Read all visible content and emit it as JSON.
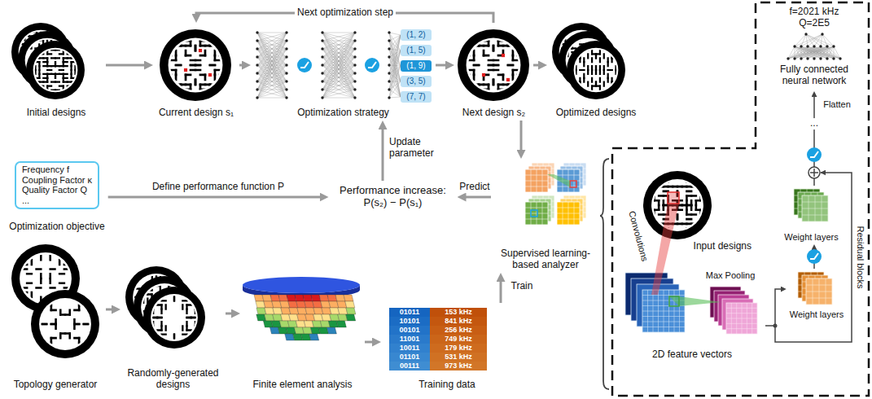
{
  "diagram": {
    "nodes": [
      {
        "text": [
          "Initial designs"
        ]
      },
      {
        "text": [
          "Current design s₁"
        ]
      },
      {
        "text": [
          "Optimization strategy"
        ]
      },
      {
        "text": [
          "(1, 2)"
        ],
        "in": 2
      },
      {
        "text": [
          "(1, 5)"
        ],
        "in": 2
      },
      {
        "text": [
          "(1, 9)"
        ],
        "in": 2
      },
      {
        "text": [
          "(3, 5)"
        ],
        "in": 2
      },
      {
        "text": [
          "(7, 7)"
        ],
        "in": 2
      },
      {
        "text": [
          "Next design s₂"
        ]
      },
      {
        "text": [
          "Optimized designs"
        ]
      },
      {
        "text": [
          "f=2021 kHz",
          "Q=2E5",
          "Fully connected neural network"
        ]
      },
      {
        "text": [
          "Frequency f",
          "Coupling Factor κ",
          "Quality Factor Q",
          "...",
          "Optimization objective"
        ]
      },
      {
        "text": [
          "Performance increase: P(s₂) − P(s₁)"
        ]
      },
      {
        "text": [
          "Supervised learning-based analyzer"
        ]
      },
      {
        "text": [
          "Input designs"
        ]
      },
      {
        "text": [
          "2D feature vectors"
        ]
      },
      {
        "text": [
          "Weight layers"
        ]
      },
      {
        "text": [
          "Weight layers"
        ]
      },
      {
        "text": [
          "Topology generator"
        ]
      },
      {
        "text": [
          "Randomly-generated designs"
        ]
      },
      {
        "text": [
          "Finite element analysis"
        ]
      },
      {
        "text": [
          "Training data"
        ]
      }
    ],
    "edges": [
      {
        "from": 0,
        "to": 1,
        "arrow": "to"
      },
      {
        "from": 1,
        "to": 2,
        "arrow": "to"
      },
      {
        "from": 2,
        "to": 8,
        "arrow": "to"
      },
      {
        "from": 8,
        "to": 9,
        "arrow": "to"
      },
      {
        "from": 8,
        "to": 1,
        "label": "Next optimization step",
        "arrow": "to"
      },
      {
        "from": 11,
        "to": 12,
        "label": "Define performance function P",
        "arrow": "to"
      },
      {
        "from": 12,
        "to": 2,
        "label": "Update parameter",
        "arrow": "to"
      },
      {
        "from": 13,
        "to": 12,
        "label": "Predict",
        "arrow": "to"
      },
      {
        "from": 8,
        "to": 13,
        "arrow": "to"
      },
      {
        "from": 18,
        "to": 19,
        "arrow": "to"
      },
      {
        "from": 19,
        "to": 20,
        "arrow": "to"
      },
      {
        "from": 20,
        "to": 21,
        "arrow": "to"
      },
      {
        "from": 21,
        "to": 13,
        "label": "Train",
        "arrow": "to"
      },
      {
        "from": 15,
        "to": 17,
        "arrow": "to"
      },
      {
        "from": 17,
        "to": 16,
        "arrow": "to"
      },
      {
        "from": 16,
        "to": 10,
        "label": "Flatten",
        "arrow": "to"
      }
    ],
    "labels": [
      "...",
      "Residual blocks",
      "Convolutions",
      "Max Pooling",
      "01011",
      "153 kHz",
      "10101",
      "841 kHz",
      "00101",
      "256 kHz",
      "11001",
      "749 kHz",
      "10011",
      "179 kHz",
      "01101",
      "531 kHz",
      "00111",
      "973 kHz"
    ]
  }
}
